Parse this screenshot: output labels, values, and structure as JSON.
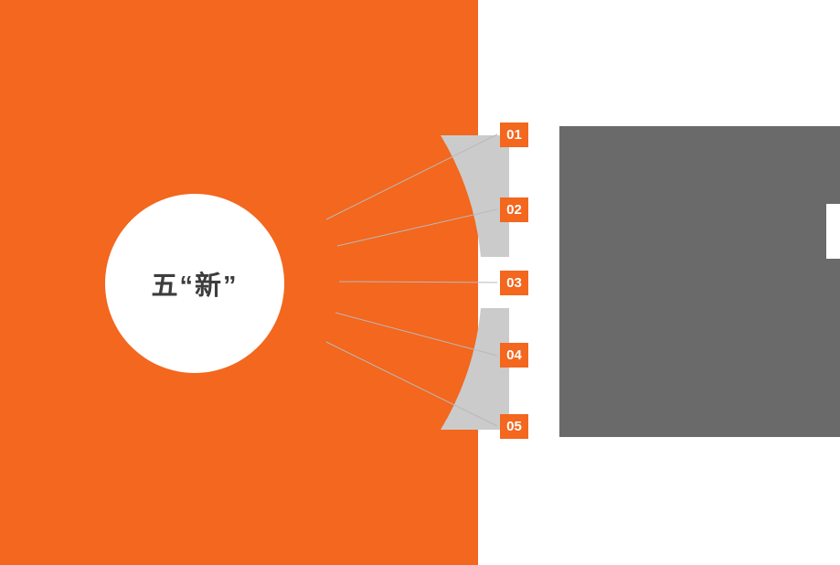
{
  "slide": {
    "circle_label": "五“新”",
    "numbers": [
      "01",
      "02",
      "03",
      "04",
      "05"
    ]
  },
  "colors": {
    "orange": "#F3671E",
    "arc_gray": "#CBCBCB",
    "line_gray": "#B9B9B9",
    "placeholder_gray": "#6A6A6A",
    "circle_text": "#3D3D3D"
  }
}
